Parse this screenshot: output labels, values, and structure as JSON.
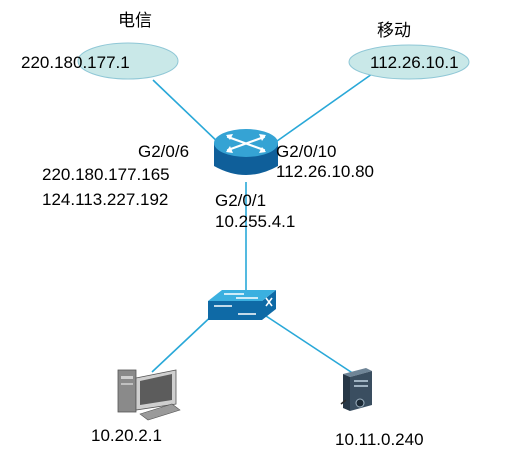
{
  "colors": {
    "link": "#29a8d8",
    "cloud_fill": "#c9e8e8",
    "cloud_stroke": "#8fc7d6",
    "router_top": "#35a3d4",
    "router_side": "#0f5f9a",
    "switch_top": "#3bb0e0",
    "switch_side": "#0f6aa6"
  },
  "isp_telecom": {
    "name": "电信",
    "gateway_ip": "220.180.177.1",
    "icon": "cloud-icon"
  },
  "isp_mobile": {
    "name": "移动",
    "gateway_ip": "112.26.10.1",
    "icon": "cloud-icon"
  },
  "router": {
    "icon": "router-icon",
    "port_telecom": {
      "name": "G2/0/6",
      "ip_1": "220.180.177.165",
      "ip_2": "124.113.227.192"
    },
    "port_mobile": {
      "name": "G2/0/10",
      "ip": "112.26.10.80"
    },
    "port_lan": {
      "name": "G2/0/1",
      "ip": "10.255.4.1"
    }
  },
  "switch": {
    "icon": "switch-icon"
  },
  "pc": {
    "ip": "10.20.2.1",
    "icon": "pc-icon"
  },
  "server": {
    "ip": "10.11.0.240",
    "icon": "server-icon"
  }
}
